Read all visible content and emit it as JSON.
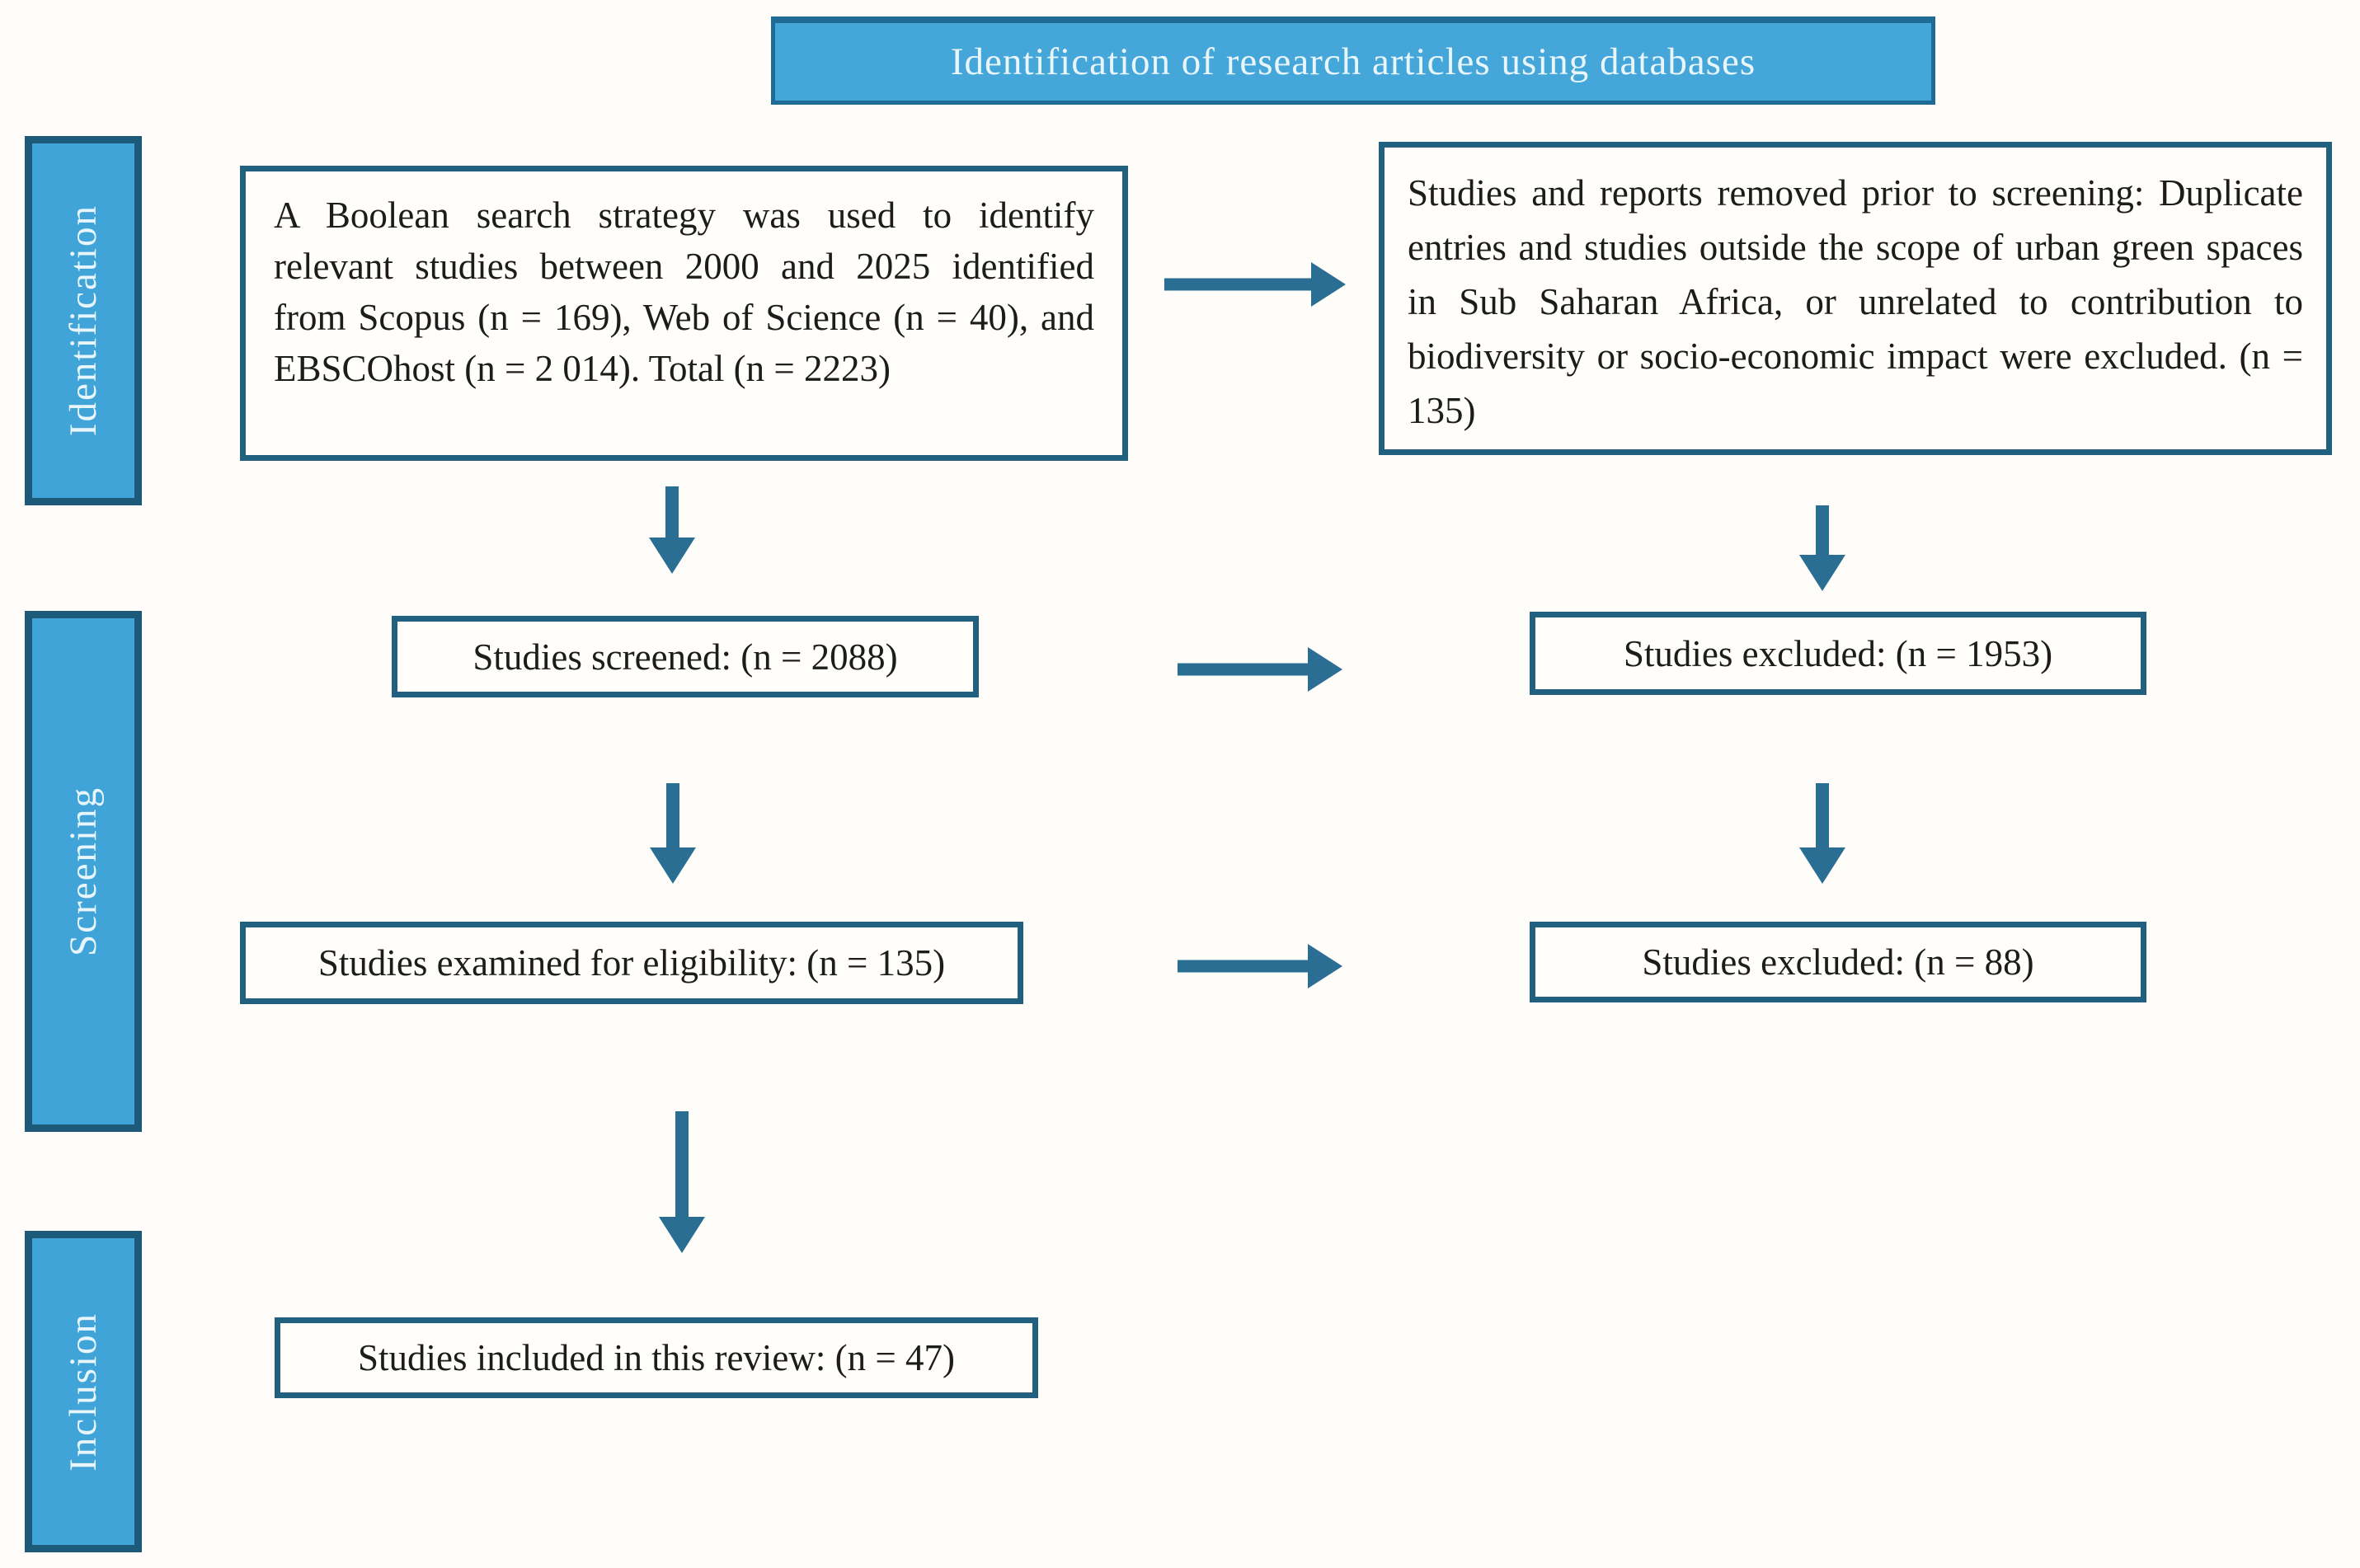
{
  "banner": {
    "title": "Identification of research articles using databases"
  },
  "stages": [
    {
      "label": "Identification"
    },
    {
      "label": "Screening"
    },
    {
      "label": "Inclusion"
    }
  ],
  "boxes": {
    "database_search": "A Boolean search strategy was used to identify relevant studies between 2000 and 2025 identified from Scopus (n = 169), Web of Science (n = 40), and EBSCOhost (n = 2 014). Total (n = 2223)",
    "removed_prior_screening": "Studies and reports removed prior to screening: Duplicate entries and studies outside the scope of urban green spaces in Sub Saharan Africa, or unrelated to contribution to biodiversity or socio-economic impact were excluded. (n = 135)",
    "screened": "Studies screened: (n = 2088)",
    "excluded_screening": "Studies excluded: (n = 1953)",
    "eligibility": "Studies examined for eligibility: (n = 135)",
    "excluded_eligibility": "Studies excluded: (n = 88)",
    "included": "Studies included in this review: (n = 47)"
  },
  "colors": {
    "banner_fill": "#45a6d9",
    "banner_border": "#1f6b96",
    "sidebar_fill": "#41a4d8",
    "sidebar_border": "#1d5a7a",
    "box_border": "#21607f",
    "arrow": "#2b6e93",
    "text_dark": "#1c1c1c",
    "text_light": "#e8f6fb",
    "background": "#fffdf9"
  }
}
